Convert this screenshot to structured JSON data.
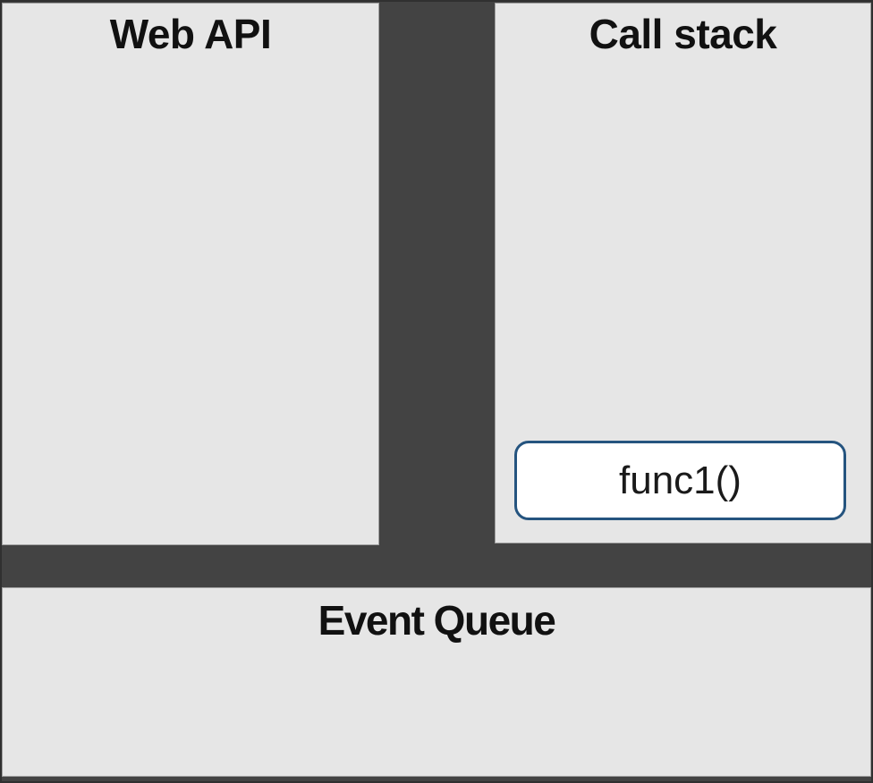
{
  "panels": {
    "web_api": {
      "title": "Web API",
      "items": []
    },
    "call_stack": {
      "title": "Call stack",
      "frames": [
        {
          "label": "func1()"
        }
      ]
    },
    "event_queue": {
      "title": "Event Queue",
      "items": []
    }
  },
  "colors": {
    "background": "#434343",
    "panel_fill": "#e6e6e6",
    "frame_fill": "#ffffff",
    "frame_border": "#25547f",
    "text": "#111111"
  }
}
